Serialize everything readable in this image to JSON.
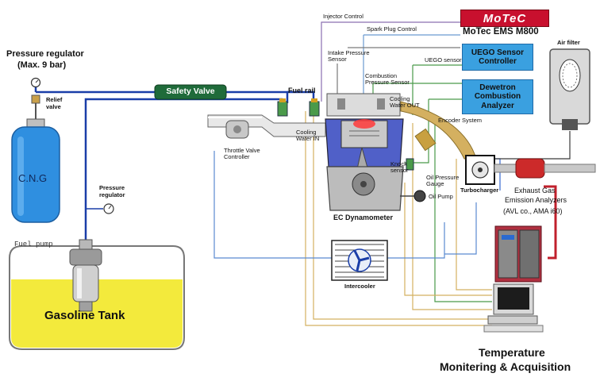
{
  "brand": {
    "logo": "MoTeC",
    "model": "MoTec EMS M800"
  },
  "labels": {
    "pressure_regulator_title": "Pressure regulator",
    "pressure_regulator_max": "(Max. 9 bar)",
    "relief_valve_1": "Relief",
    "relief_valve_2": "valve",
    "cng": "C.N.G",
    "pressure_regulator2_1": "Pressure",
    "pressure_regulator2_2": "regulator",
    "fuel_pump": "Fuel pump",
    "gasoline_tank": "Gasoline Tank",
    "safety_valve": "Safety Valve",
    "fuel_rail": "Fuel rail",
    "injector_control": "Injector Control",
    "spark_plug_control": "Spark Plug Control",
    "intake_pressure_1": "Intake Pressure",
    "intake_pressure_2": "Sensor",
    "combustion_pressure_1": "Combustion",
    "combustion_pressure_2": "Pressure Sensor",
    "uego_sensor": "UEGO sensor",
    "cooling_out_1": "Cooling",
    "cooling_out_2": "Water OUT",
    "cooling_in_1": "Cooling",
    "cooling_in_2": "Water IN",
    "throttle_1": "Throttle Valve",
    "throttle_2": "Controller",
    "encoder": "Encoder System",
    "knock_1": "Knock",
    "knock_2": "sensor",
    "oil_pressure_1": "Oil Pressure",
    "oil_pressure_2": "Gauge",
    "oil_pump": "Oil Pump",
    "ec_dynamometer": "EC Dynamometer",
    "intercooler": "Intercooler",
    "turbocharger": "Turbocharger",
    "air_filter": "Air filter",
    "exhaust_1": "Exhaust Gas",
    "exhaust_2": "Emission Analyzers",
    "exhaust_3": "(AVL co., AMA i60)",
    "temperature_1": "Temperature",
    "temperature_2": "Monitering & Acquisition"
  },
  "boxes": {
    "uego_controller": "UEGO Sensor Controller",
    "dewetron": "Dewetron Combustion Analyzer"
  },
  "colors": {
    "fuel_line": "#1a3ea8",
    "gas_bottle": "#2f8fe0",
    "tank_fill": "#f3ea3c",
    "safety_valve": "#1f6b3a",
    "logo_red": "#c8102e",
    "box_blue": "#3aa0e0",
    "signal_red": "#c0202c",
    "signal_tan": "#d4b060",
    "signal_green": "#4a9a4a"
  }
}
